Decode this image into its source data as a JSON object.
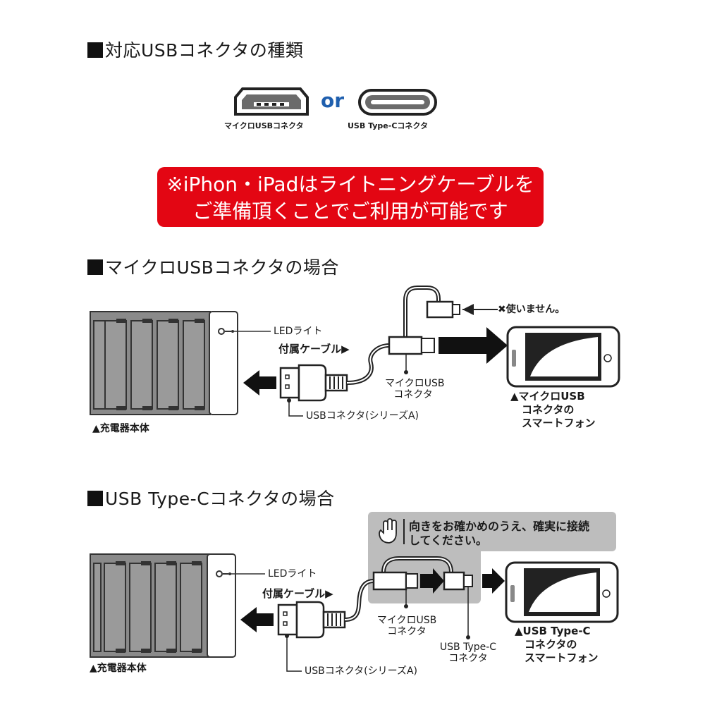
{
  "supported": {
    "heading": "対応USBコネクタの種類",
    "micro_label": "マイクロUSBコネクタ",
    "or_label": "or",
    "typec_label": "USB Type-Cコネクタ"
  },
  "notice": {
    "line1": "※iPhon・iPadはライトニングケーブルを",
    "line2": "ご準備頂くことでご利用が可能です"
  },
  "micro_case": {
    "heading": "マイクロUSBコネクタの場合",
    "led_label": "LEDライト",
    "cable_label": "付属ケーブル▶",
    "unused_label": "✖使いません。",
    "connector_label_1": "マイクロUSB",
    "connector_label_2": "コネクタ",
    "usba_label": "USBコネクタ(シリーズA)",
    "charger_label": "▲充電器本体",
    "phone_label_1": "▲マイクロUSB",
    "phone_label_2": "コネクタの",
    "phone_label_3": "スマートフォン"
  },
  "typec_case": {
    "heading": "USB Type-Cコネクタの場合",
    "note_line1": "向きをお確かめのうえ、確実に接続",
    "note_line2": "してください。",
    "led_label": "LEDライト",
    "cable_label": "付属ケーブル▶",
    "micro_label_1": "マイクロUSB",
    "micro_label_2": "コネクタ",
    "typec_label_1": "USB Type-C",
    "typec_label_2": "コネクタ",
    "usba_label": "USBコネクタ(シリーズA)",
    "charger_label": "▲充電器本体",
    "phone_label_1": "▲USB Type-C",
    "phone_label_2": "コネクタの",
    "phone_label_3": "スマートフォン"
  }
}
